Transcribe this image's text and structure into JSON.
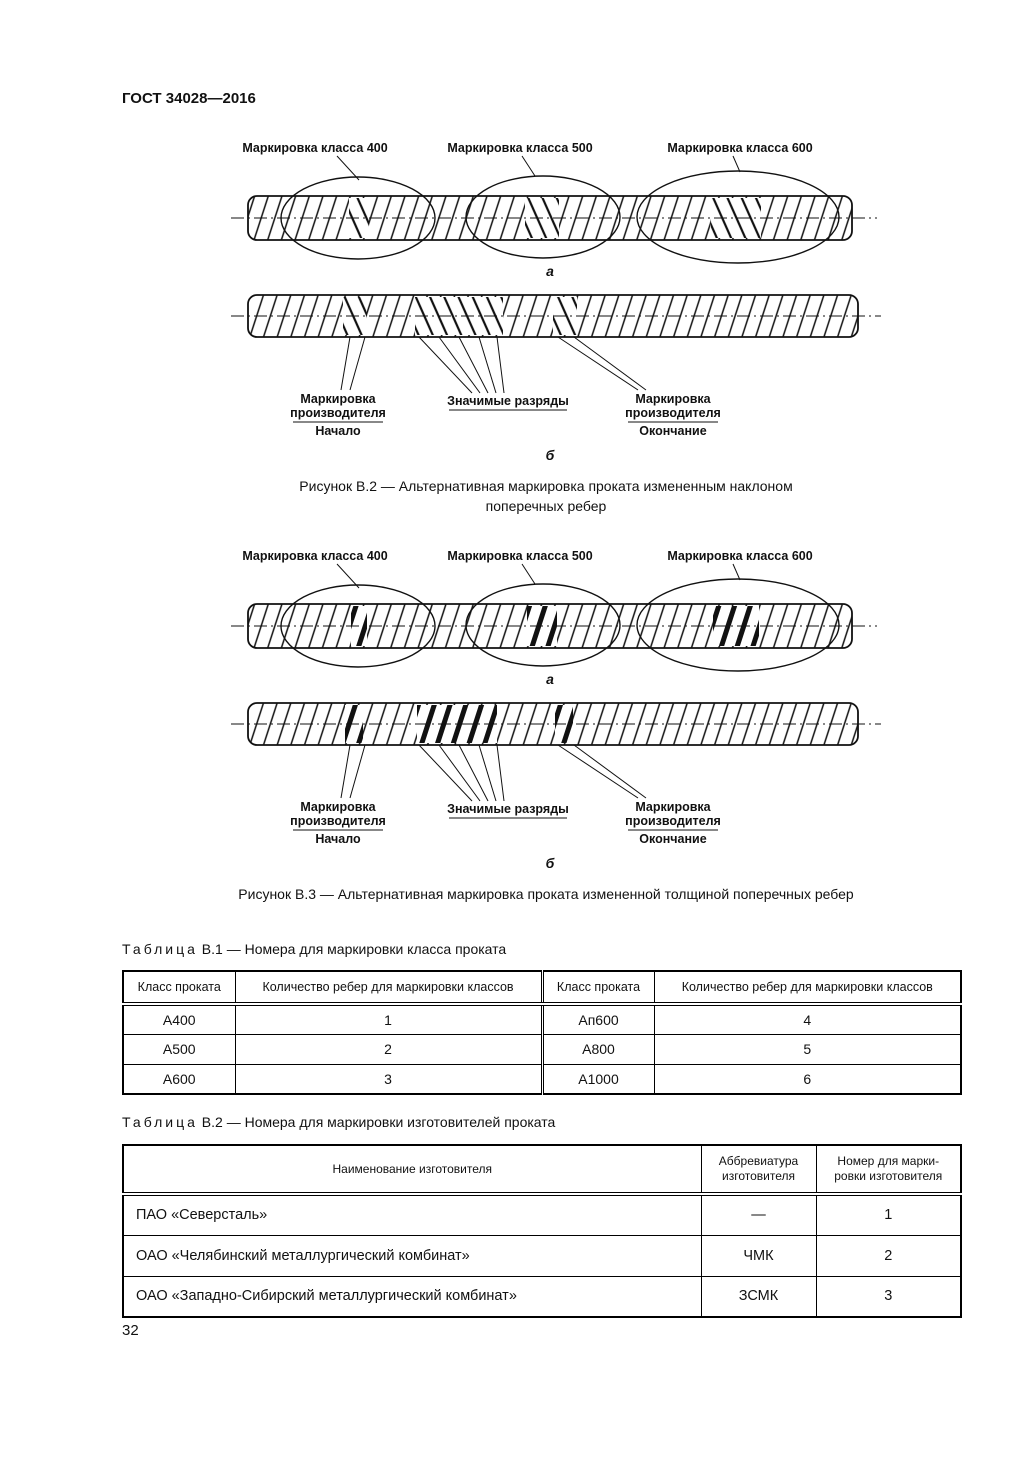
{
  "doc": {
    "header": "ГОСТ 34028—2016",
    "page_number": "32"
  },
  "fig_b2": {
    "class_labels": [
      "Маркировка класса 400",
      "Маркировка класса 500",
      "Маркировка класса 600"
    ],
    "sub_a": "а",
    "sub_b": "б",
    "producer1": "Маркировка",
    "producer2": "производителя",
    "start": "Начало",
    "end": "Окончание",
    "digits": "Значимые разряды",
    "caption1": "Рисунок В.2 — Альтернативная маркировка проката измененным наклоном",
    "caption2": "поперечных ребер"
  },
  "fig_b3": {
    "class_labels": [
      "Маркировка класса 400",
      "Маркировка класса 500",
      "Маркировка класса 600"
    ],
    "sub_a": "а",
    "sub_b": "б",
    "producer1": "Маркировка",
    "producer2": "производителя",
    "start": "Начало",
    "end": "Окончание",
    "digits": "Значимые разряды",
    "caption1": "Рисунок В.3 — Альтернативная маркировка проката измененной толщиной поперечных ребер"
  },
  "table_b1": {
    "word": "Таблица",
    "num": "В.1",
    "rest": "— Номера для маркировки класса проката",
    "headers": [
      "Класс проката",
      "Количество ребер для маркировки классов",
      "Класс проката",
      "Количество ребер для маркировки классов"
    ],
    "rows": [
      [
        "А400",
        "1",
        "Ап600",
        "4"
      ],
      [
        "А500",
        "2",
        "А800",
        "5"
      ],
      [
        "А600",
        "3",
        "А1000",
        "6"
      ]
    ]
  },
  "table_b2": {
    "word": "Таблица",
    "num": "В.2",
    "rest": "— Номера для маркировки изготовителей проката",
    "col1_header": "Наименование изготовителя",
    "col2_header": "Аббревиатура\nизготовителя",
    "col3_header": "Номер для марки-\nровки изготовителя",
    "rows": [
      [
        "ПАО «Северсталь»",
        "—",
        "1"
      ],
      [
        "ОАО «Челябинский металлургический комбинат»",
        "ЧМК",
        "2"
      ],
      [
        "ОАО «Западно-Сибирский металлургический комбинат»",
        "ЗСМК",
        "3"
      ]
    ]
  }
}
